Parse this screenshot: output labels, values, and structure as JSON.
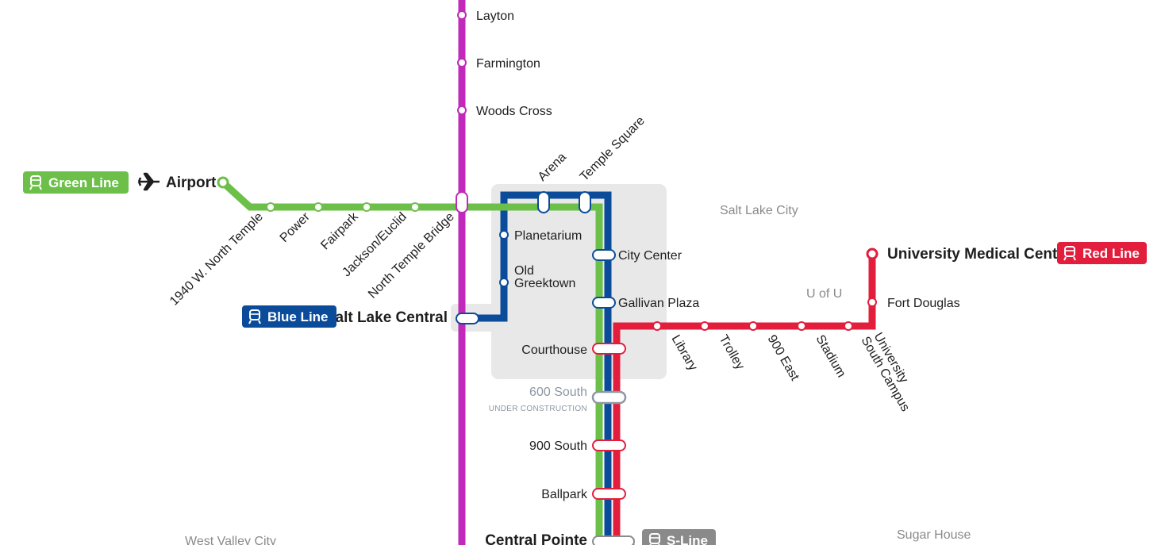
{
  "colors": {
    "green": "#6cc04a",
    "blue": "#0a4b9a",
    "red": "#e31d3c",
    "purple": "#c029b9",
    "s_line": "#8a8a8a",
    "downtown_area": "#e8e8e8"
  },
  "lines": {
    "green": "Green Line",
    "blue": "Blue Line",
    "red": "Red Line",
    "s_line": "S-Line"
  },
  "areas": {
    "salt_lake_city": "Salt Lake City",
    "u_of_u": "U of U",
    "west_valley_city": "West Valley City",
    "sugar_house": "Sugar House"
  },
  "commuter": {
    "layton": "Layton",
    "farmington": "Farmington",
    "woods_cross": "Woods Cross"
  },
  "green_west": {
    "airport": "Airport",
    "north_temple_1940": "1940 W. North Temple",
    "power": "Power",
    "fairpark": "Fairpark",
    "jackson_euclid": "Jackson/Euclid",
    "north_temple_bridge": "North Temple Bridge"
  },
  "downtown": {
    "arena": "Arena",
    "temple_square": "Temple Square",
    "planetarium": "Planetarium",
    "old_greektown_1": "Old",
    "old_greektown_2": "Greektown",
    "salt_lake_central": "Salt Lake Central",
    "city_center": "City Center",
    "gallivan_plaza": "Gallivan Plaza",
    "courthouse": "Courthouse"
  },
  "south": {
    "six_hundred_south": "600 South",
    "under_construction": "UNDER CONSTRUCTION",
    "nine_hundred_south": "900 South",
    "ballpark": "Ballpark",
    "central_pointe": "Central Pointe"
  },
  "red_east": {
    "library": "Library",
    "trolley": "Trolley",
    "nine_hundred_east": "900 East",
    "stadium": "Stadium",
    "south_campus_1": "University",
    "south_campus_2": "South Campus",
    "fort_douglas": "Fort Douglas",
    "university_medical_center": "University Medical Center"
  },
  "icons": {
    "airport": "airplane-icon",
    "train": "train-icon"
  }
}
